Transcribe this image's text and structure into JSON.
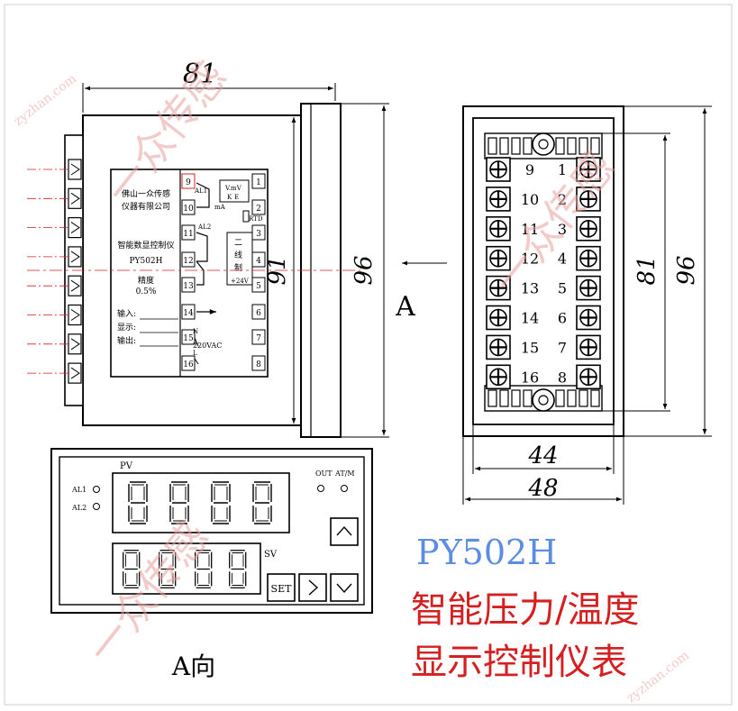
{
  "watermarks": {
    "cn": "一众传感",
    "url": "zyzhan.com"
  },
  "side_view": {
    "width_dim": "81",
    "height_dim_inner": "91",
    "height_dim_outer": "96",
    "view_arrow_label": "A",
    "label_company_1": "佛山一众传感",
    "label_company_2": "仪器有限公司",
    "label_model_cn": "智能数显控制仪",
    "label_model": "PY502H",
    "label_accuracy": "精度",
    "label_accuracy_value": "0.5%",
    "label_input": "输入:",
    "label_display": "显示:",
    "label_output": "输出:",
    "left_terminals": [
      "9",
      "10",
      "11",
      "12",
      "13",
      "14",
      "15",
      "16"
    ],
    "right_terminals": [
      "1",
      "2",
      "3",
      "4",
      "5",
      "6",
      "7",
      "8"
    ],
    "al1": "AL1",
    "al2": "AL2",
    "vmv": "V.mV",
    "ma": "mA",
    "rtd": "RTD",
    "two_wire_1": "二",
    "two_wire_2": "线",
    "two_wire_3": "制",
    "plus24": "+24V",
    "supply_l": "L",
    "supply_n": "N",
    "supply_v": "220VAC",
    "thermo_e": "E",
    "thermo_k": "K"
  },
  "rear_view": {
    "left_column": [
      "9",
      "10",
      "11",
      "12",
      "13",
      "14",
      "15",
      "16"
    ],
    "right_column": [
      "1",
      "2",
      "3",
      "4",
      "5",
      "6",
      "7",
      "8"
    ],
    "height_dim_inner": "81",
    "height_dim_outer": "96",
    "width_dim_inner": "44",
    "width_dim_outer": "48"
  },
  "front_view": {
    "pv_label": "PV",
    "sv_label": "SV",
    "al1": "AL1",
    "al2": "AL2",
    "out": "OUT",
    "atm": "AT/M",
    "set_button": "SET",
    "up_button": "︿",
    "right_button": "〉",
    "down_button": "﹀",
    "view_caption": "A向"
  },
  "title": {
    "model": "PY502H",
    "line1": "智能压力/温度",
    "line2": "显示控制仪表"
  }
}
